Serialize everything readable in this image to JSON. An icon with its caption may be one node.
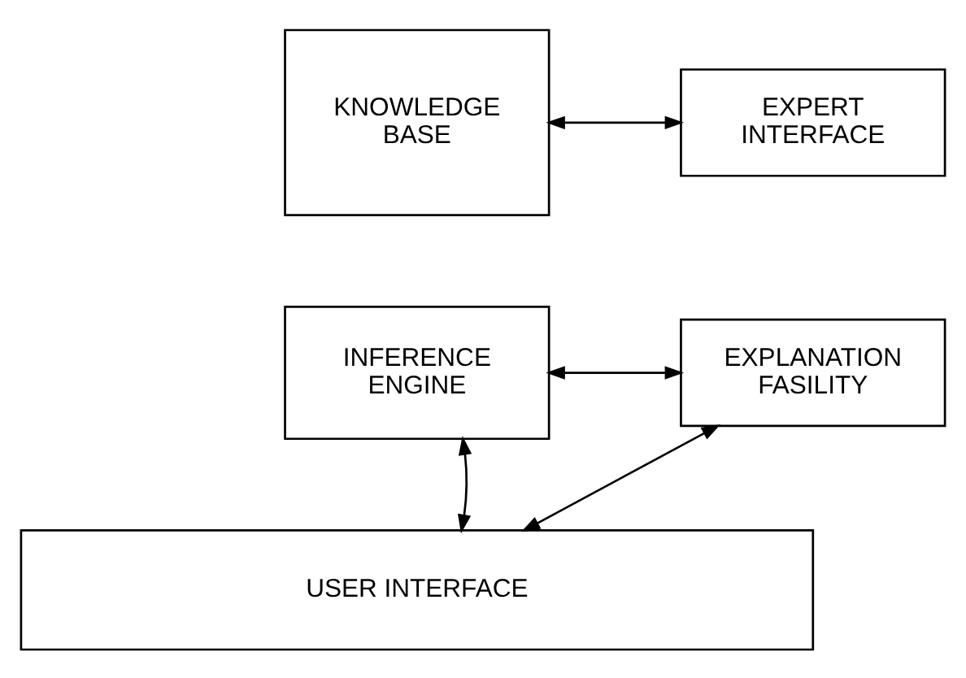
{
  "diagram": {
    "nodes": [
      {
        "text": [
          "KNOWLEDGE BASE"
        ]
      },
      {
        "text": [
          "EXPERT INTERFACE"
        ]
      },
      {
        "text": [
          "INFERENCE ENGINE"
        ]
      },
      {
        "text": [
          "EXPLANATION FASILITY"
        ]
      },
      {
        "text": [
          "USER INTERFACE"
        ]
      }
    ],
    "edges": [
      {
        "from": 0,
        "to": 1,
        "arrow": "both"
      },
      {
        "from": 2,
        "to": 3,
        "arrow": "both"
      },
      {
        "from": 2,
        "to": 4,
        "arrow": "both"
      },
      {
        "from": 3,
        "to": 4,
        "arrow": "both"
      }
    ]
  }
}
